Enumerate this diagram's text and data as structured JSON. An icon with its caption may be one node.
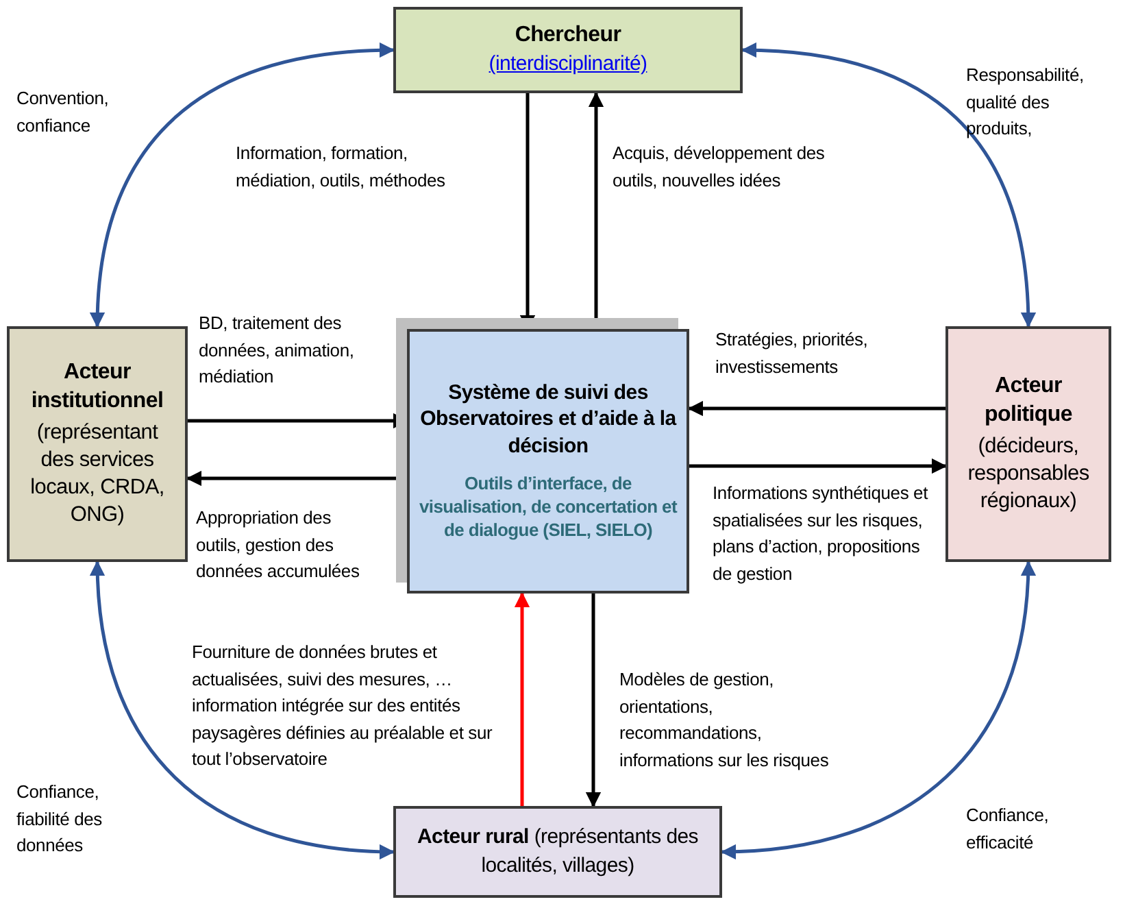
{
  "diagram": {
    "nodes": [
      {
        "text": [
          "Chercheur",
          "(interdisciplinarité)"
        ]
      },
      {
        "text": [
          "Acteur institutionnel",
          "(représentant des services locaux, CRDA, ONG)"
        ]
      },
      {
        "text": [
          "Système de suivi des Observatoires et d’aide à la décision",
          "Outils d’interface, de visualisation, de concertation et de dialogue (SIEL, SIELO)"
        ]
      },
      {
        "text": [
          "Acteur politique",
          "(décideurs, responsables régionaux)"
        ]
      },
      {
        "text": [
          "Acteur rural",
          "(représentants des localités, villages)"
        ]
      }
    ],
    "edges": [
      {
        "from": 0,
        "to": 1,
        "arrow": "both",
        "label": "Convention, confiance",
        "color": "#2f5597"
      },
      {
        "from": 0,
        "to": 3,
        "arrow": "both",
        "label": "Responsabilité, qualité des produits,",
        "color": "#2f5597"
      },
      {
        "from": 1,
        "to": 4,
        "arrow": "both",
        "label": "Confiance, fiabilité des données",
        "color": "#2f5597"
      },
      {
        "from": 3,
        "to": 4,
        "arrow": "both",
        "label": "Confiance, efficacité",
        "color": "#2f5597"
      },
      {
        "from": 0,
        "to": 2,
        "arrow": "to",
        "label": "Information, formation, médiation, outils, méthodes"
      },
      {
        "from": 2,
        "to": 0,
        "arrow": "to",
        "label": "Acquis, développement des outils, nouvelles idées"
      },
      {
        "from": 1,
        "to": 2,
        "arrow": "to",
        "label": "BD, traitement des données, animation, médiation"
      },
      {
        "from": 2,
        "to": 1,
        "arrow": "to",
        "label": "Appropriation des outils, gestion des données accumulées"
      },
      {
        "from": 3,
        "to": 2,
        "arrow": "to",
        "label": "Stratégies, priorités, investissements"
      },
      {
        "from": 2,
        "to": 3,
        "arrow": "to",
        "label": "Informations synthétiques et spatialisées sur les risques, plans d’action, propositions de gestion"
      },
      {
        "from": 4,
        "to": 2,
        "arrow": "to",
        "label": "Fourniture de données brutes et actualisées, suivi des mesures, … information intégrée sur des entités paysagères définies au préalable et sur tout l’observatoire",
        "color": "#ff0000"
      },
      {
        "from": 2,
        "to": 4,
        "arrow": "to",
        "label": "Modèles de gestion, orientations, recommandations, informations sur les risques"
      }
    ]
  }
}
